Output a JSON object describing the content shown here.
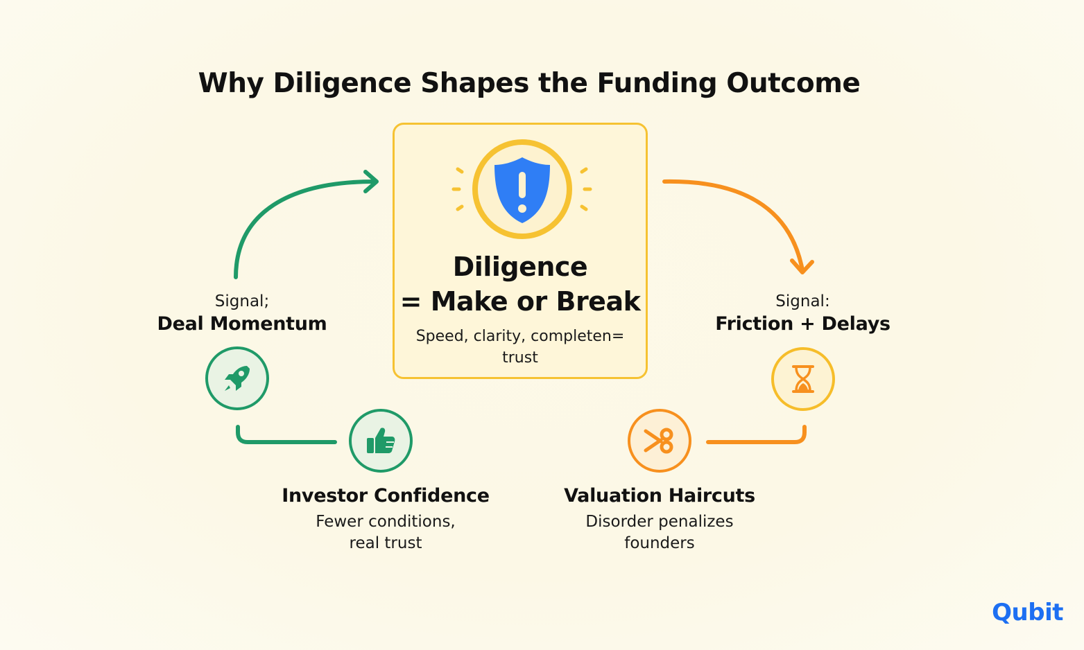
{
  "title": "Why Diligence Shapes the Funding Outcome",
  "center": {
    "title_line1": "Diligence",
    "title_line2": "= Make or Break",
    "subtitle_line1": "Speed, clarity, completen=",
    "subtitle_line2": "trust",
    "icon": "shield-exclamation-icon"
  },
  "left_signal": {
    "label": "Signal;",
    "value": "Deal Momentum",
    "icon": "rocket-icon"
  },
  "right_signal": {
    "label": "Signal:",
    "value": "Friction + Delays",
    "icon": "hourglass-icon"
  },
  "outcomes": [
    {
      "title": "Investor Confidence",
      "desc_line1": "Fewer conditions,",
      "desc_line2": "real trust",
      "icon": "thumbs-up-icon"
    },
    {
      "title": "Valuation Haircuts",
      "desc_line1": "Disorder penalizes",
      "desc_line2": "founders",
      "icon": "scissors-icon"
    }
  ],
  "brand": "Qubit",
  "colors": {
    "green": "#1f9a68",
    "orange": "#f7901e",
    "yellow": "#f6c232",
    "blue": "#2f7ef5",
    "background": "#fdfbf1"
  }
}
